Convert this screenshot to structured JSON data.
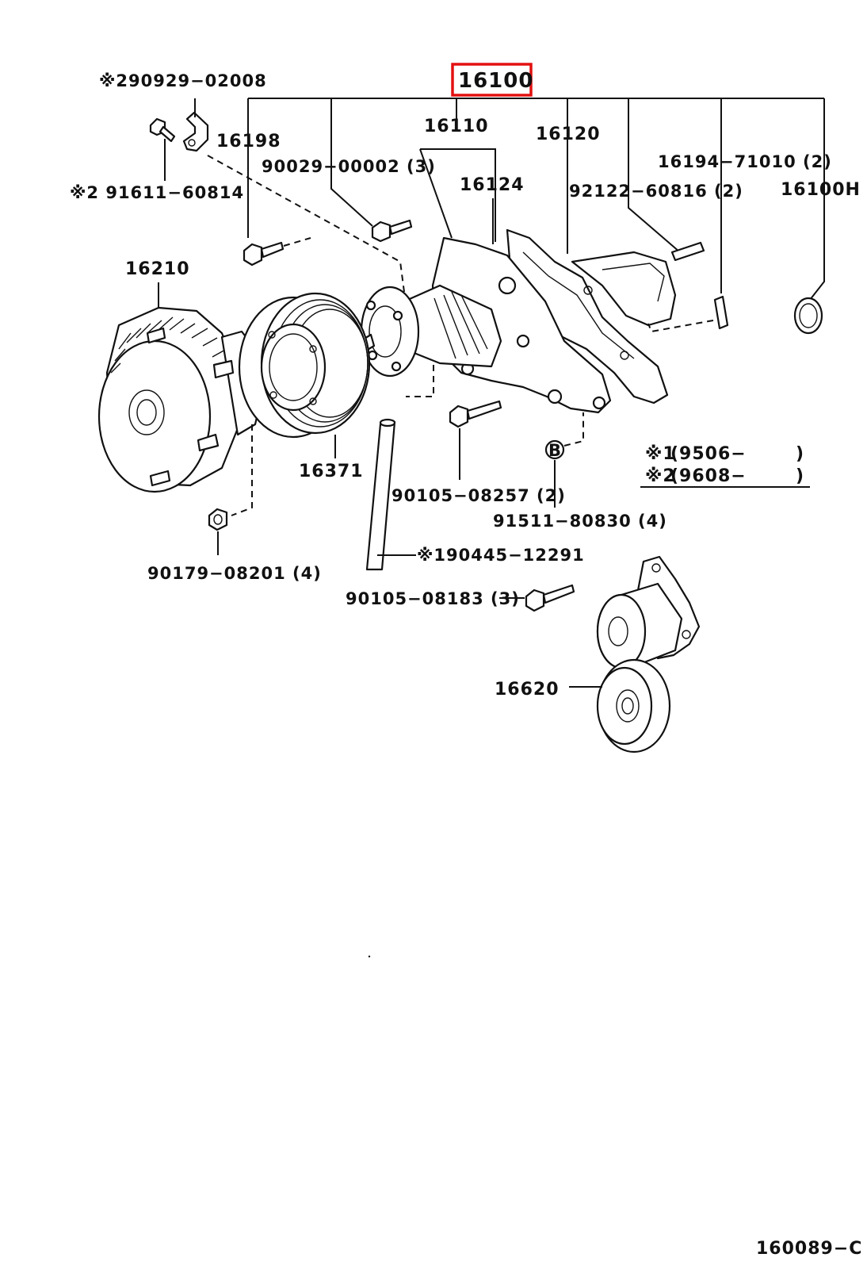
{
  "diagram": {
    "highlight_color": "#e31010",
    "assembly_part": "16100",
    "labels": {
      "p_90929": "※290929−02008",
      "p_16198": "16198",
      "p_91611": "※2 91611−60814",
      "p_16110": "16110",
      "p_16120": "16120",
      "p_90029": "90029−00002 (3)",
      "p_16124": "16124",
      "p_16194": "16194−71010 (2)",
      "p_92122": "92122−60816 (2)",
      "p_16100H": "16100H",
      "p_16210": "16210",
      "p_16371": "16371",
      "p_90105_08257": "90105−08257 (2)",
      "p_91511": "91511−80830 (4)",
      "p_90179": "90179−08201 (4)",
      "p_90445": "※190445−12291",
      "p_90105_08183": "90105−08183 (3)",
      "p_16620": "16620",
      "marker_b": "B"
    },
    "legend": [
      {
        "mark": "※1",
        "range": "(9506−",
        "close": ")"
      },
      {
        "mark": "※2",
        "range": "(9608−",
        "close": ")"
      }
    ],
    "figure_code": "160089−C"
  }
}
